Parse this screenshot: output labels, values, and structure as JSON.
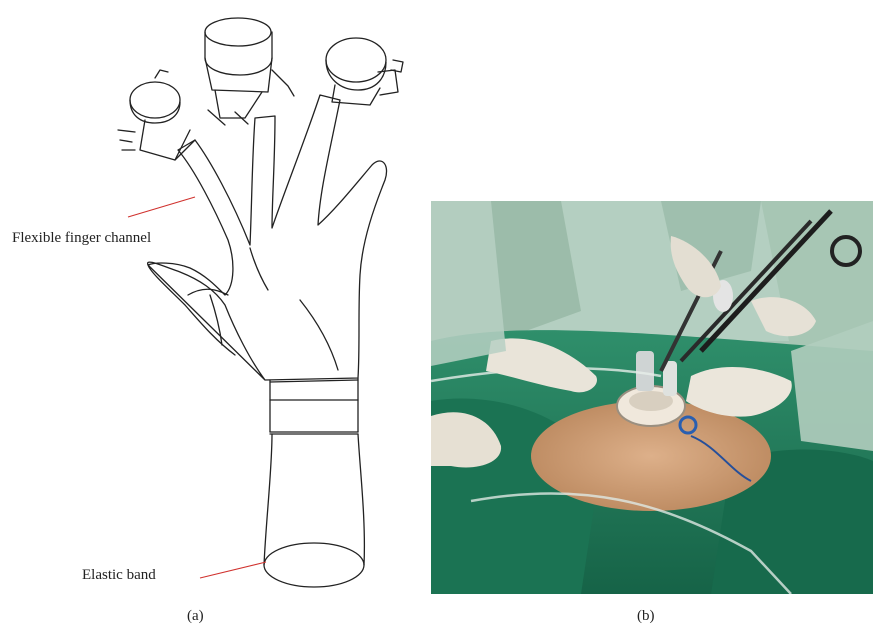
{
  "panel_a": {
    "labels": {
      "finger_channel": "Flexible finger channel",
      "elastic_band": "Elastic band"
    },
    "caption": "(a)",
    "line_color": "#222222",
    "leader_color": "#d0312d"
  },
  "panel_b": {
    "caption": "(b)",
    "colors": {
      "drape": "#1f7d5c",
      "gown": "#b9d4c6",
      "skin": "#d4a37a",
      "glove": "#e8e3d8"
    }
  }
}
